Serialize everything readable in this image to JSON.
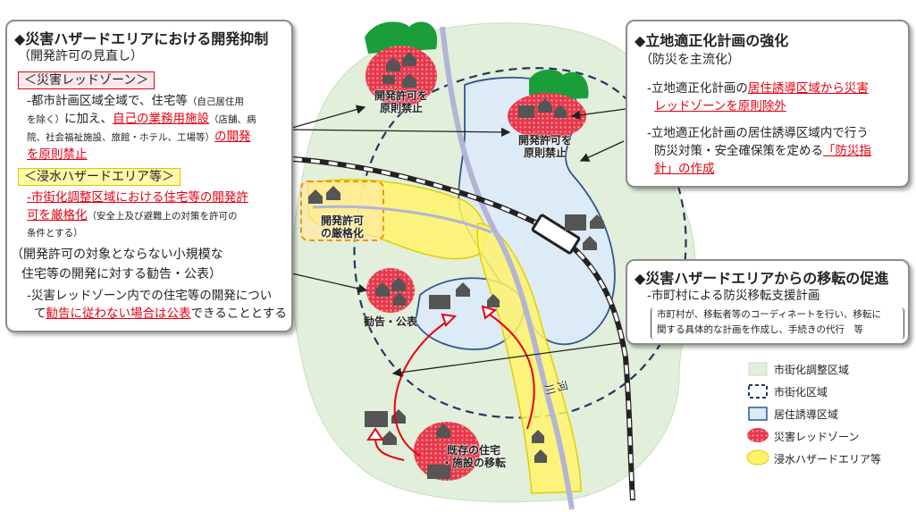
{
  "left_box": {
    "heading": "◆災害ハザードエリアにおける開発抑制",
    "subheading": "（開発許可の見直し）",
    "red_tag": "＜災害レッドゾーン＞",
    "red_l1_a": "-都市計画区域全域で、住宅等",
    "red_l1_b": "（自己居住用",
    "red_l2_a": "を除く）",
    "red_l2_b": "に加え、",
    "red_l2_c": "自己の業務用施設",
    "red_l2_d": "（店舗、病",
    "red_l3_a": "院、社会福祉施設、旅館・ホテル、工場等）",
    "red_l3_b": "の開発",
    "red_l4": "を原則禁止",
    "yellow_tag": "＜浸水ハザードエリア等＞",
    "yel_l1": "-市街化調整区域における住宅等の開発許",
    "yel_l2_a": "可を厳格化",
    "yel_l2_b": "（安全上及び避難上の対策を許可の",
    "yel_l3": "条件とする）",
    "small_l1": "（開発許可の対象とならない小規模な",
    "small_l2": "住宅等の開発に対する勧告・公表）",
    "small_l3": "-災害レッドゾーン内での住宅等の開発につい",
    "small_l4_a": "て",
    "small_l4_b": "勧告に従わない場合は公表",
    "small_l4_c": "できることとする"
  },
  "right_top_box": {
    "heading": "◆立地適正化計画の強化",
    "subheading": "（防災を主流化）",
    "l1_a": "-立地適正化計画の",
    "l1_b": "居住誘導区域から災害",
    "l2": "レッドゾーンを原則除外",
    "l3": "-立地適正化計画の居住誘導区域内で行う",
    "l4_a": "防災対策・安全確保策を定める",
    "l4_b": "「防災指",
    "l5": "針」の作成"
  },
  "right_mid_box": {
    "heading": "◆災害ハザードエリアからの移転の促進",
    "l1": "-市町村による防災移転支援計画",
    "note_l1": "市町村が、移転者等のコーディネートを行い、移転に",
    "note_l2": "関する具体的な計画を作成し、手続きの代行　等"
  },
  "map_labels": {
    "ban_top_l1": "開発許可を",
    "ban_top_l2": "原則禁止",
    "ban_mid_l1": "開発許可を",
    "ban_mid_l2": "原則禁止",
    "strict_l1": "開発許可",
    "strict_l2": "の厳格化",
    "advise": "勧告・公表",
    "relocate_l1": "既存の住宅",
    "relocate_l2": "・施設の移転",
    "river": "河川"
  },
  "legend": [
    {
      "label": "市街化調整区域",
      "color": "#e2efda"
    },
    {
      "label": "市街化区域",
      "color": "#1f3864"
    },
    {
      "label": "居住誘導区域",
      "color": "#ddebf7"
    },
    {
      "label": "災害レッドゾーン",
      "color": "#e60012"
    },
    {
      "label": "浸水ハザードエリア等",
      "color": "#fff36b"
    }
  ],
  "colors": {
    "adjustment_area": "#e2efda",
    "urbanization_border": "#1f3864",
    "residential_area": "#ddebf7",
    "red_zone": "#e60012",
    "flood_zone": "#fff36b",
    "river": "#b4b4d6"
  }
}
